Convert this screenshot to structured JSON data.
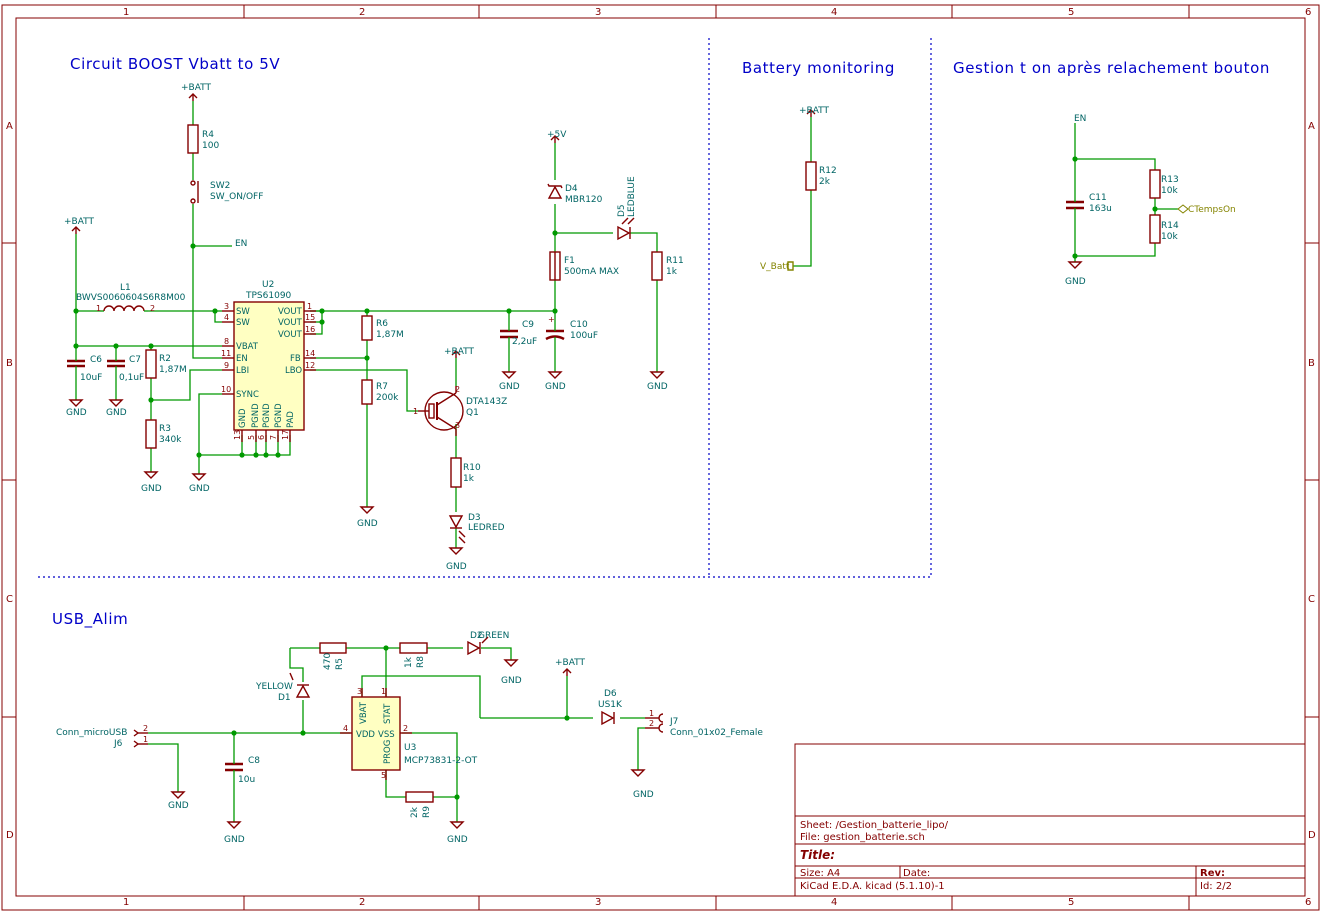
{
  "frame": {
    "col_labels": [
      "1",
      "2",
      "3",
      "4",
      "5",
      "6"
    ],
    "row_labels": [
      "A",
      "B",
      "C",
      "D"
    ]
  },
  "sections": {
    "boost": "Circuit BOOST Vbatt to 5V",
    "battery": "Battery monitoring",
    "gestion": "Gestion t on après relachement bouton",
    "usb": "USB_Alim"
  },
  "power": {
    "batt": "+BATT",
    "v5": "+5V",
    "gnd": "GND"
  },
  "nets": {
    "en": "EN",
    "en2": "EN",
    "vbatt_label": "V_Batt",
    "ctemps": "CTempsOn"
  },
  "parts": {
    "r4": {
      "ref": "R4",
      "val": "100"
    },
    "sw2": {
      "ref": "SW2",
      "val": "SW_ON/OFF"
    },
    "l1": {
      "ref": "L1",
      "val": "BWVS0060604S6R8M00"
    },
    "u2": {
      "ref": "U2",
      "val": "TPS61090"
    },
    "c6": {
      "ref": "C6",
      "val": "10uF"
    },
    "c7": {
      "ref": "C7",
      "val": "0,1uF"
    },
    "r2": {
      "ref": "R2",
      "val": "1,87M"
    },
    "r3": {
      "ref": "R3",
      "val": "340k"
    },
    "r6": {
      "ref": "R6",
      "val": "1,87M"
    },
    "r7": {
      "ref": "R7",
      "val": "200k"
    },
    "c9": {
      "ref": "C9",
      "val": "2,2uF"
    },
    "c10": {
      "ref": "C10",
      "val": "100uF"
    },
    "d4": {
      "ref": "D4",
      "val": "MBR120"
    },
    "f1": {
      "ref": "F1",
      "val": "500mA MAX"
    },
    "d5": {
      "ref": "D5",
      "val": "LEDBLUE"
    },
    "r11": {
      "ref": "R11",
      "val": "1k"
    },
    "q1": {
      "ref": "Q1",
      "val": "DTA143Z"
    },
    "r10": {
      "ref": "R10",
      "val": "1k"
    },
    "d3": {
      "ref": "D3",
      "val": "LEDRED"
    },
    "r12": {
      "ref": "R12",
      "val": "2k"
    },
    "r13": {
      "ref": "R13",
      "val": "10k"
    },
    "r14": {
      "ref": "R14",
      "val": "10k"
    },
    "c11": {
      "ref": "C11",
      "val": "163u"
    },
    "r5": {
      "ref": "R5",
      "val": "470"
    },
    "r8": {
      "ref": "R8",
      "val": "1k"
    },
    "d2": {
      "ref": "D2",
      "val": "GREEN"
    },
    "d1": {
      "ref": "D1",
      "val": "YELLOW"
    },
    "u3": {
      "ref": "U3",
      "val": "MCP73831-2-OT"
    },
    "j6": {
      "ref": "J6",
      "val": "Conn_microUSB"
    },
    "c8": {
      "ref": "C8",
      "val": "10u"
    },
    "r9": {
      "ref": "R9",
      "val": "2k"
    },
    "d6": {
      "ref": "D6",
      "val": "US1K"
    },
    "j7": {
      "ref": "J7",
      "val": "Conn_01x02_Female"
    }
  },
  "u2_pins": {
    "sw": "SW",
    "sw2": "SW",
    "vbat": "VBAT",
    "en": "EN",
    "lbi": "LBI",
    "sync": "SYNC",
    "vout1": "VOUT",
    "vout2": "VOUT",
    "vout3": "VOUT",
    "fb": "FB",
    "lbo": "LBO",
    "gnd": "GND",
    "pgnd1": "PGND",
    "pgnd2": "PGND",
    "pgnd3": "PGND",
    "pad": "PAD",
    "n3": "3",
    "n4": "4",
    "n8": "8",
    "n11": "11",
    "n9": "9",
    "n10": "10",
    "n1": "1",
    "n15": "15",
    "n16": "16",
    "n14": "14",
    "n12": "12",
    "n13": "13",
    "n5": "5",
    "n6": "6",
    "n7": "7",
    "n17": "17"
  },
  "u3_pins": {
    "vbat": "VBAT",
    "stat": "STAT",
    "vdd": "VDD",
    "vss": "VSS",
    "prog": "PROG",
    "n3": "3",
    "n1": "1",
    "n4": "4",
    "n2": "2",
    "n5": "5"
  },
  "misc_pins": {
    "l1a": "1",
    "l1b": "2",
    "q1b": "1",
    "q1c": "2",
    "q1e": "3",
    "j6p2": "2",
    "j6p1": "1",
    "j7p1": "1",
    "j7p2": "2"
  },
  "title_block": {
    "sheet": "Sheet: /Gestion_batterie_lipo/",
    "file": "File: gestion_batterie.sch",
    "title": "Title:",
    "size": "Size: A4",
    "date": "Date:",
    "rev": "Rev:",
    "tool": "KiCad E.D.A.  kicad (5.1.10)-1",
    "id": "Id: 2/2"
  },
  "colors": {
    "wire": "#009900",
    "component": "#840000",
    "text": "#006464",
    "frame": "#840000",
    "divider": "#0000c8",
    "title": "#0000c8",
    "label": "#848400"
  }
}
